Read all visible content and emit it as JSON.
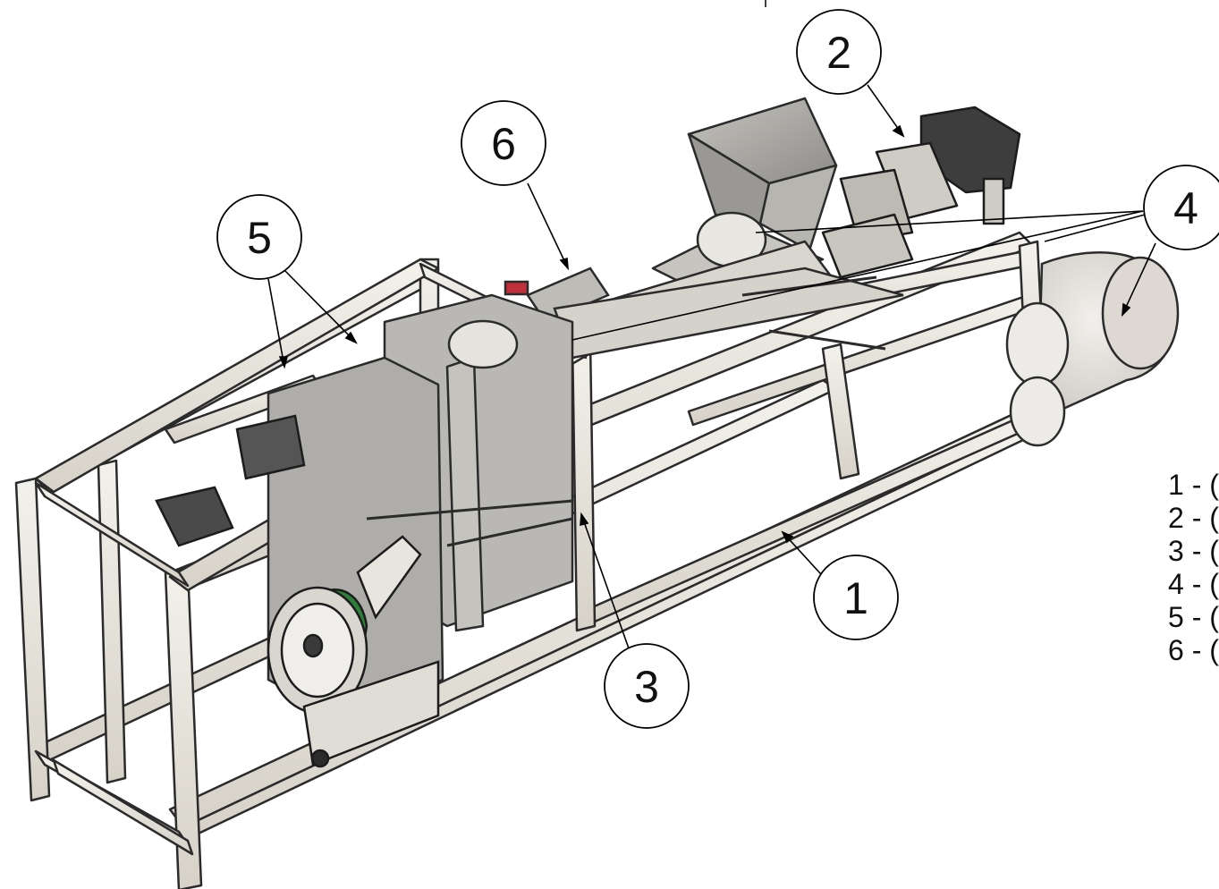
{
  "callouts": [
    {
      "id": "1",
      "label": "1"
    },
    {
      "id": "2",
      "label": "2"
    },
    {
      "id": "3",
      "label": "3"
    },
    {
      "id": "4",
      "label": "4"
    },
    {
      "id": "5",
      "label": "5"
    },
    {
      "id": "6",
      "label": "6"
    }
  ],
  "legend": [
    {
      "text": "1 - ("
    },
    {
      "text": "2 - ("
    },
    {
      "text": "3 - ("
    },
    {
      "text": "4 - ("
    },
    {
      "text": "5 - ("
    },
    {
      "text": "6 - ("
    }
  ],
  "colors": {
    "frame": "#e7e4dc",
    "frame_edge": "#2b2b2b",
    "plate": "#b9b8b4",
    "hopper": "#a8a6a2",
    "motor": "#3d3d3d",
    "green_part": "#2f7d3b",
    "red_part": "#c0303a"
  }
}
